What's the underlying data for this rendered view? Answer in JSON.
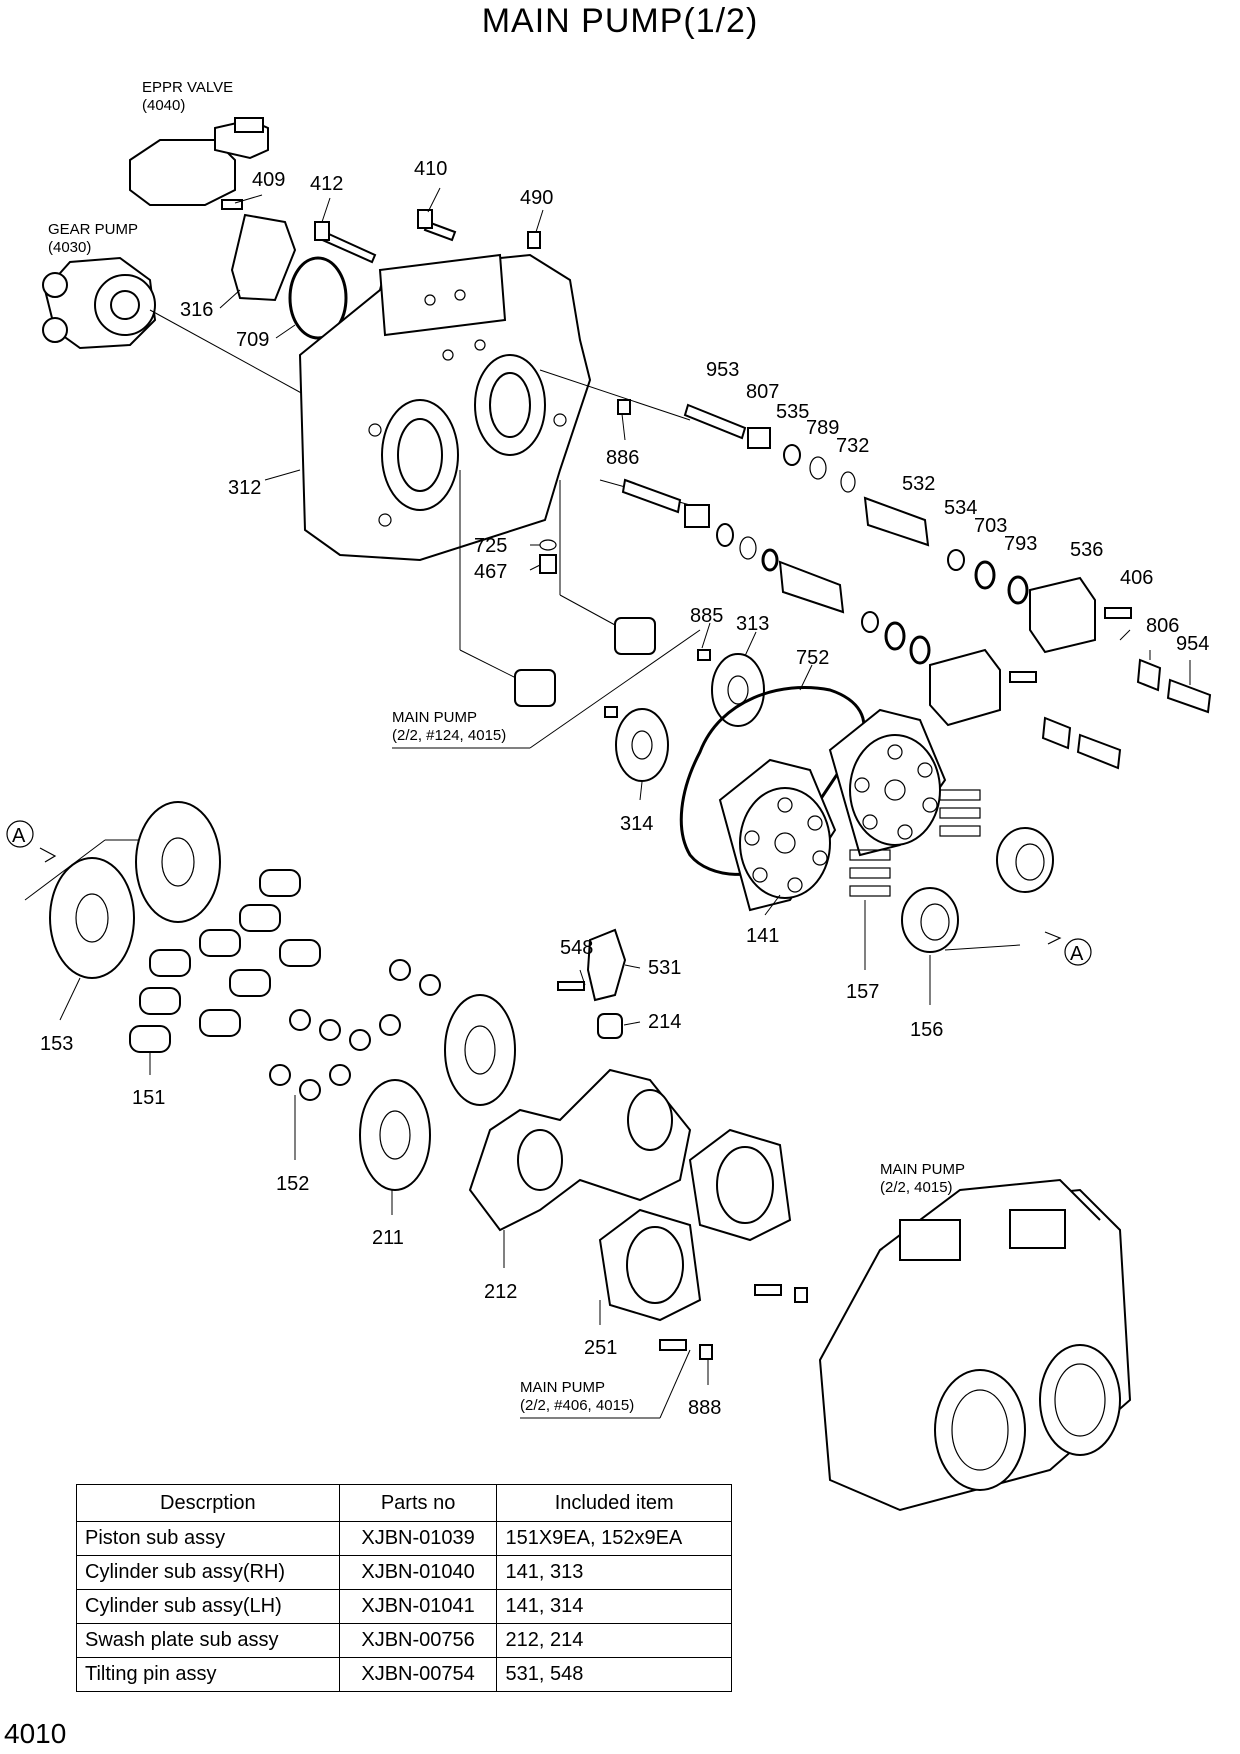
{
  "title": "MAIN PUMP(1/2)",
  "page_number": "4010",
  "notes": {
    "eppr_valve": "EPPR VALVE",
    "eppr_ref": "(4040)",
    "gear_pump": "GEAR PUMP",
    "gear_ref": "(4030)",
    "main_pump_a": "MAIN PUMP",
    "main_pump_a_ref": "(2/2, #124, 4015)",
    "main_pump_b": "MAIN PUMP",
    "main_pump_b_ref": "(2/2, 4015)",
    "main_pump_c": "MAIN PUMP",
    "main_pump_c_ref": "(2/2, #406, 4015)",
    "view_marker": "A"
  },
  "callouts": {
    "p409": "409",
    "p412": "412",
    "p410": "410",
    "p490": "490",
    "p316": "316",
    "p709": "709",
    "p312": "312",
    "p953": "953",
    "p807": "807",
    "p535": "535",
    "p789": "789",
    "p732": "732",
    "p886": "886",
    "p532": "532",
    "p534": "534",
    "p703": "703",
    "p793": "793",
    "p536": "536",
    "p406": "406",
    "p806": "806",
    "p954": "954",
    "p725": "725",
    "p467": "467",
    "p885": "885",
    "p313": "313",
    "p752": "752",
    "p314": "314",
    "p141": "141",
    "p157": "157",
    "p156": "156",
    "p153": "153",
    "p151": "151",
    "p548": "548",
    "p531": "531",
    "p214": "214",
    "p152": "152",
    "p211": "211",
    "p212": "212",
    "p251": "251",
    "p888": "888"
  },
  "table": {
    "headers": [
      "Descrption",
      "Parts no",
      "Included item"
    ],
    "rows": [
      [
        "Piston sub assy",
        "XJBN-01039",
        "151X9EA, 152x9EA"
      ],
      [
        "Cylinder sub assy(RH)",
        "XJBN-01040",
        "141, 313"
      ],
      [
        "Cylinder sub assy(LH)",
        "XJBN-01041",
        "141, 314"
      ],
      [
        "Swash plate sub assy",
        "XJBN-00756",
        "212, 214"
      ],
      [
        "Tilting pin assy",
        "XJBN-00754",
        "531, 548"
      ]
    ]
  }
}
